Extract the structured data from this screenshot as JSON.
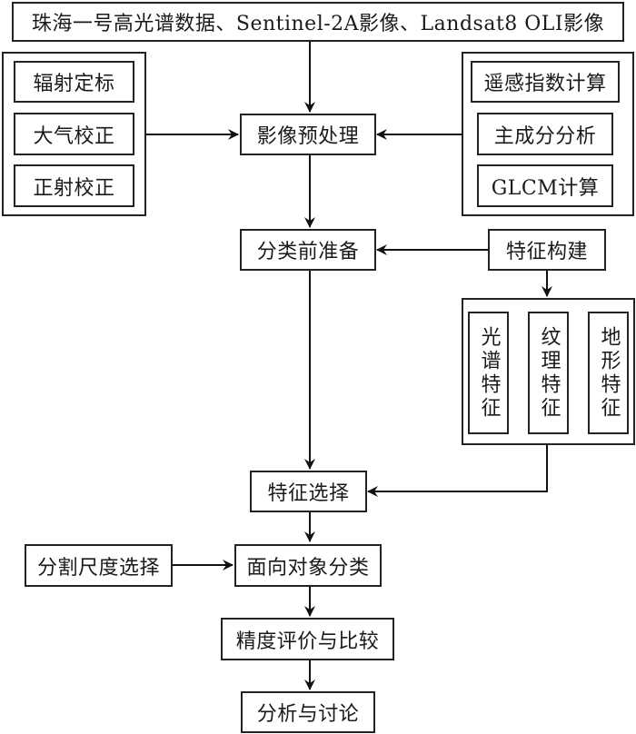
{
  "diagram": {
    "type": "flowchart",
    "source_data": "珠海一号高光谱数据、Sentinel-2A影像、Landsat8 OLI影像",
    "preprocessing": {
      "label": "影像预处理",
      "left_steps": [
        "辐射定标",
        "大气校正",
        "正射校正"
      ],
      "right_steps": [
        "遥感指数计算",
        "主成分分析",
        "GLCM计算"
      ]
    },
    "preparation": "分类前准备",
    "feature_construction": {
      "label": "特征构建",
      "features": [
        "光谱特征",
        "纹理特征",
        "地形特征"
      ]
    },
    "feature_selection": "特征选择",
    "segmentation_scale": "分割尺度选择",
    "classification": "面向对象分类",
    "accuracy": "精度评价与比较",
    "analysis": "分析与讨论"
  }
}
